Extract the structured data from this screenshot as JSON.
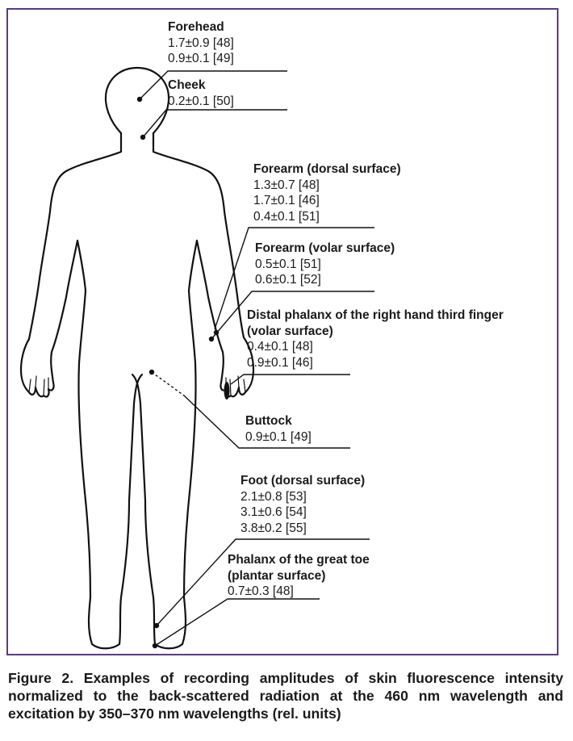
{
  "labels": {
    "forehead": {
      "title": "Forehead",
      "values": [
        "1.7±0.9 [48]",
        "0.9±0.1 [49]"
      ]
    },
    "cheek": {
      "title": "Cheek",
      "values": [
        "0.2±0.1 [50]"
      ]
    },
    "forearm_dorsal": {
      "title": "Forearm (dorsal surface)",
      "values": [
        "1.3±0.7 [48]",
        "1.7±0.1 [46]",
        "0.4±0.1 [51]"
      ]
    },
    "forearm_volar": {
      "title": "Forearm (volar surface)",
      "values": [
        "0.5±0.1 [51]",
        "0.6±0.1 [52]"
      ]
    },
    "distal_phalanx": {
      "title_lines": [
        "Distal phalanx of the right hand third finger",
        "(volar surface)"
      ],
      "values": [
        "0.4±0.1 [48]",
        "0.9±0.1 [46]"
      ]
    },
    "buttock": {
      "title": "Buttock",
      "values": [
        "0.9±0.1 [49]"
      ]
    },
    "foot_dorsal": {
      "title": "Foot (dorsal surface)",
      "values": [
        "2.1±0.8 [53]",
        "3.1±0.6 [54]",
        "3.8±0.2 [55]"
      ]
    },
    "great_toe": {
      "title_lines": [
        "Phalanx of the great toe",
        "(plantar surface)"
      ],
      "values": [
        "0.7±0.3 [48]"
      ]
    }
  },
  "caption": "Figure 2. Examples of recording amplitudes of skin fluorescence intensity normalized to the back-scattered radiation at the 460 nm wavelength and excitation by 350–370 nm wavelengths (rel. units)",
  "colors": {
    "frame": "#5b3a86",
    "outline": "#111111",
    "text": "#1a1a1a"
  }
}
